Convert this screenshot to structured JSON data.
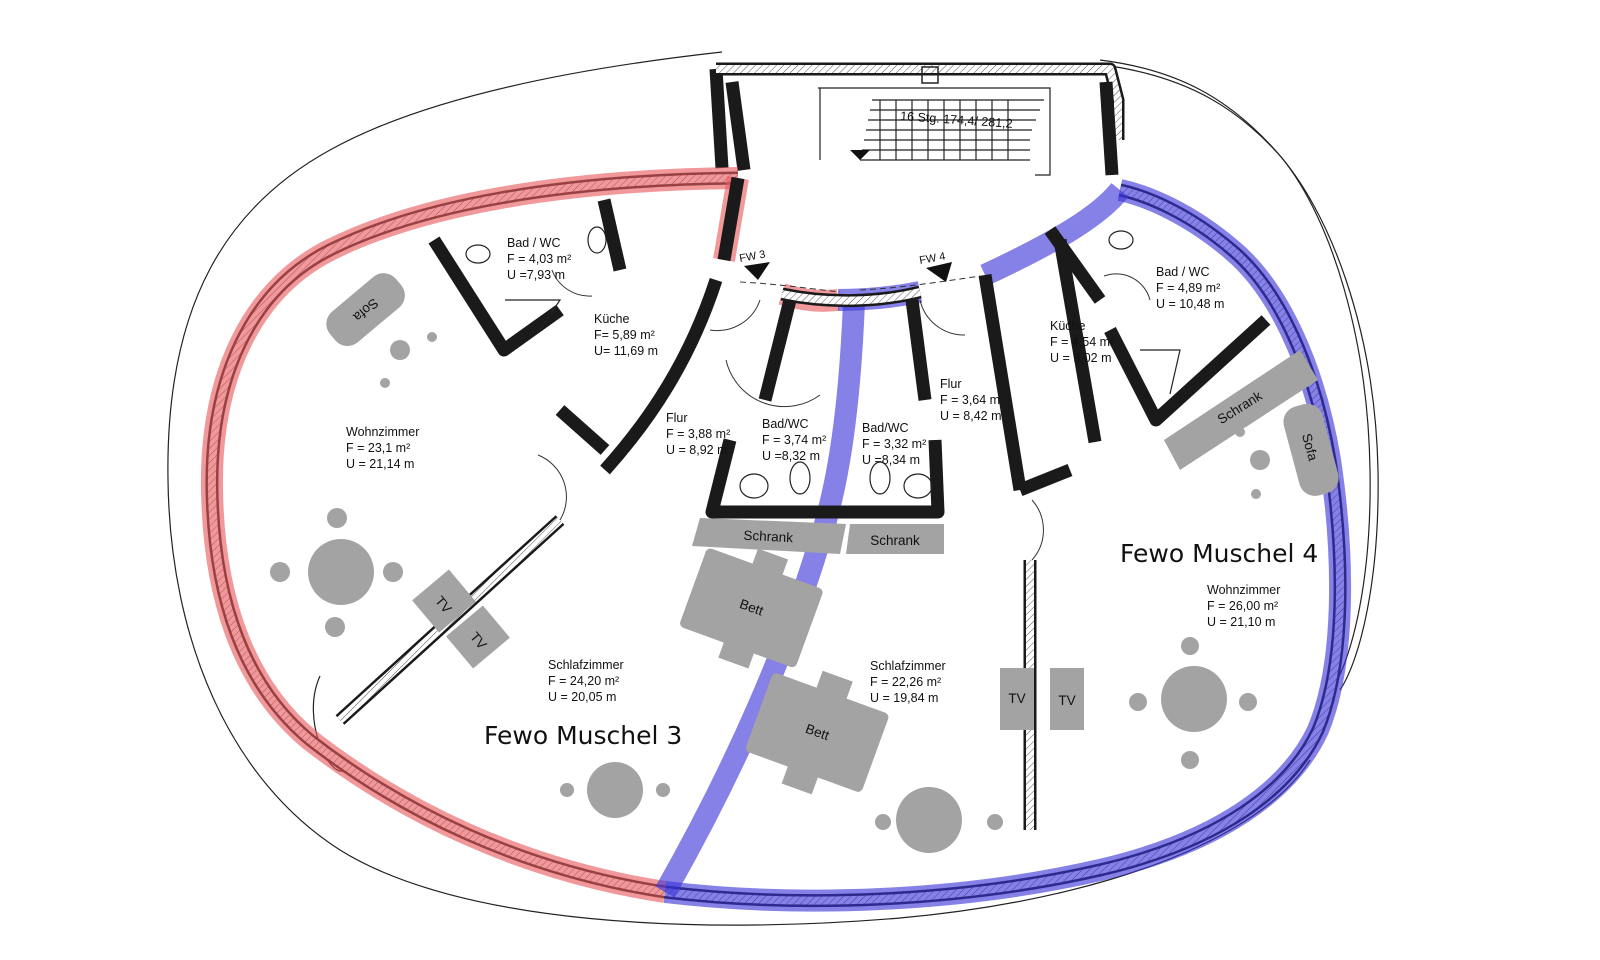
{
  "colors": {
    "unit3_highlight": "#e8595e",
    "unit4_highlight": "#3a34d8",
    "wall": "#1a1a1a",
    "furniture": "#a3a3a3",
    "background": "#ffffff"
  },
  "stair": {
    "label": "16 Stg. 174,4/ 281,2"
  },
  "entrances": {
    "fw3": "FW 3",
    "fw4": "FW 4"
  },
  "units": {
    "unit3": {
      "title": "Fewo Muschel 3"
    },
    "unit4": {
      "title": "Fewo Muschel 4"
    }
  },
  "rooms": {
    "bad3": {
      "name": "Bad / WC",
      "area": "F = 4,03 m²",
      "perim": "U =7,93 m"
    },
    "kueche3": {
      "name": "Küche",
      "area": "F= 5,89 m²",
      "perim": "U= 11,69 m"
    },
    "wohn3": {
      "name": "Wohnzimmer",
      "area": "F = 23,1 m²",
      "perim": "U = 21,14 m"
    },
    "flur3": {
      "name": "Flur",
      "area": "F = 3,88 m²",
      "perim": "U = 8,92 m"
    },
    "badwc3": {
      "name": "Bad/WC",
      "area": "F = 3,74 m²",
      "perim": "U =8,32 m"
    },
    "schlaf3": {
      "name": "Schlafzimmer",
      "area": "F = 24,20 m²",
      "perim": "U = 20,05 m"
    },
    "badwc4": {
      "name": "Bad/WC",
      "area": "F = 3,32 m²",
      "perim": "U =8,34 m"
    },
    "flur4": {
      "name": "Flur",
      "area": "F = 3,64 m",
      "perim": "U = 8,42 m"
    },
    "bad4": {
      "name": "Bad / WC",
      "area": "F = 4,89 m²",
      "perim": "U = 10,48 m"
    },
    "kueche4": {
      "name": "Küche",
      "area": "F = 4,54 m²",
      "perim": "U = 9,02 m"
    },
    "schlaf4": {
      "name": "Schlafzimmer",
      "area": "F = 22,26 m²",
      "perim": "U = 19,84 m"
    },
    "wohn4": {
      "name": "Wohnzimmer",
      "area": "F = 26,00 m²",
      "perim": "U = 21,10 m"
    }
  },
  "furniture": {
    "sofa": "Sofa",
    "schrank": "Schrank",
    "bett": "Bett",
    "tv": "TV"
  }
}
